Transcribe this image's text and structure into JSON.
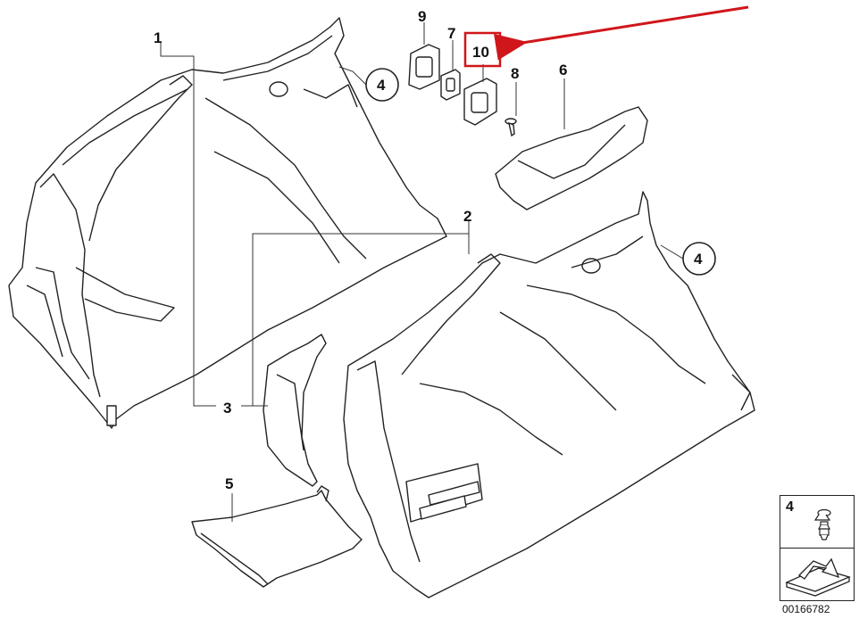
{
  "callouts": {
    "c1": "1",
    "c2": "2",
    "c3": "3",
    "c4a": "4",
    "c4b": "4",
    "c5": "5",
    "c6": "6",
    "c7": "7",
    "c8": "8",
    "c9": "9",
    "c10": "10"
  },
  "highlight": {
    "color": "#d0161b",
    "target": "10"
  },
  "legend": {
    "number": "4"
  },
  "diagram_id": "00166782"
}
